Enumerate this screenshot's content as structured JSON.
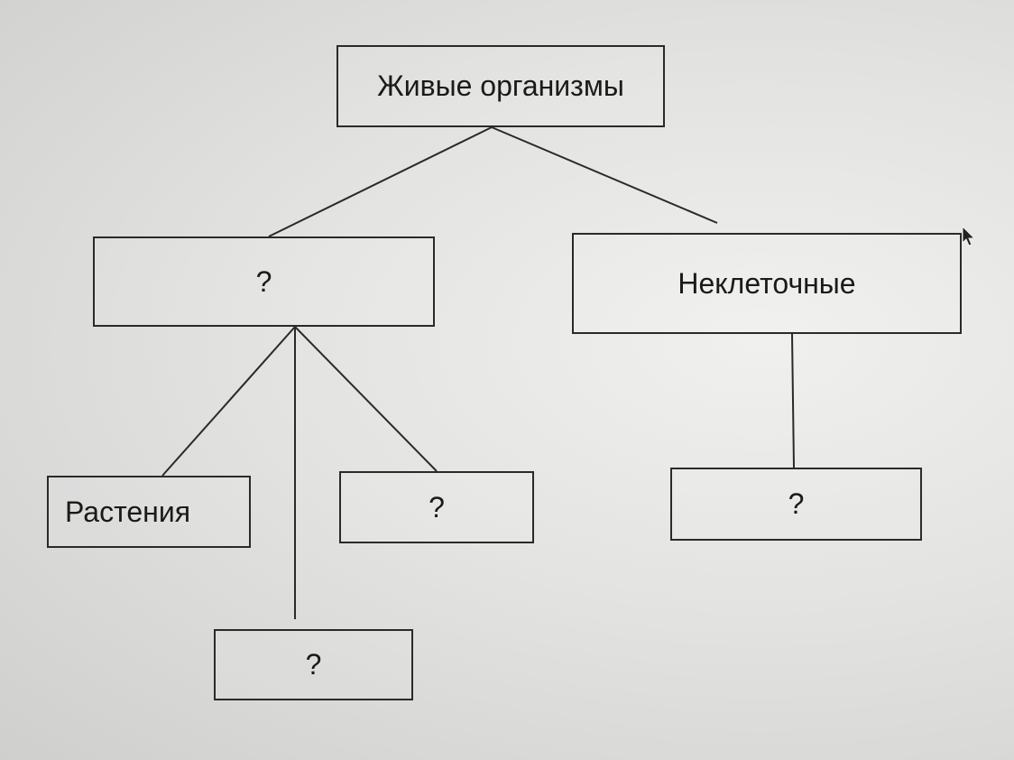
{
  "diagram": {
    "root": "Живые организмы",
    "left": "?",
    "right": "Неклеточные",
    "plants": "Растения",
    "left_mid": "?",
    "left_bottom": "?",
    "right_child": "?"
  }
}
